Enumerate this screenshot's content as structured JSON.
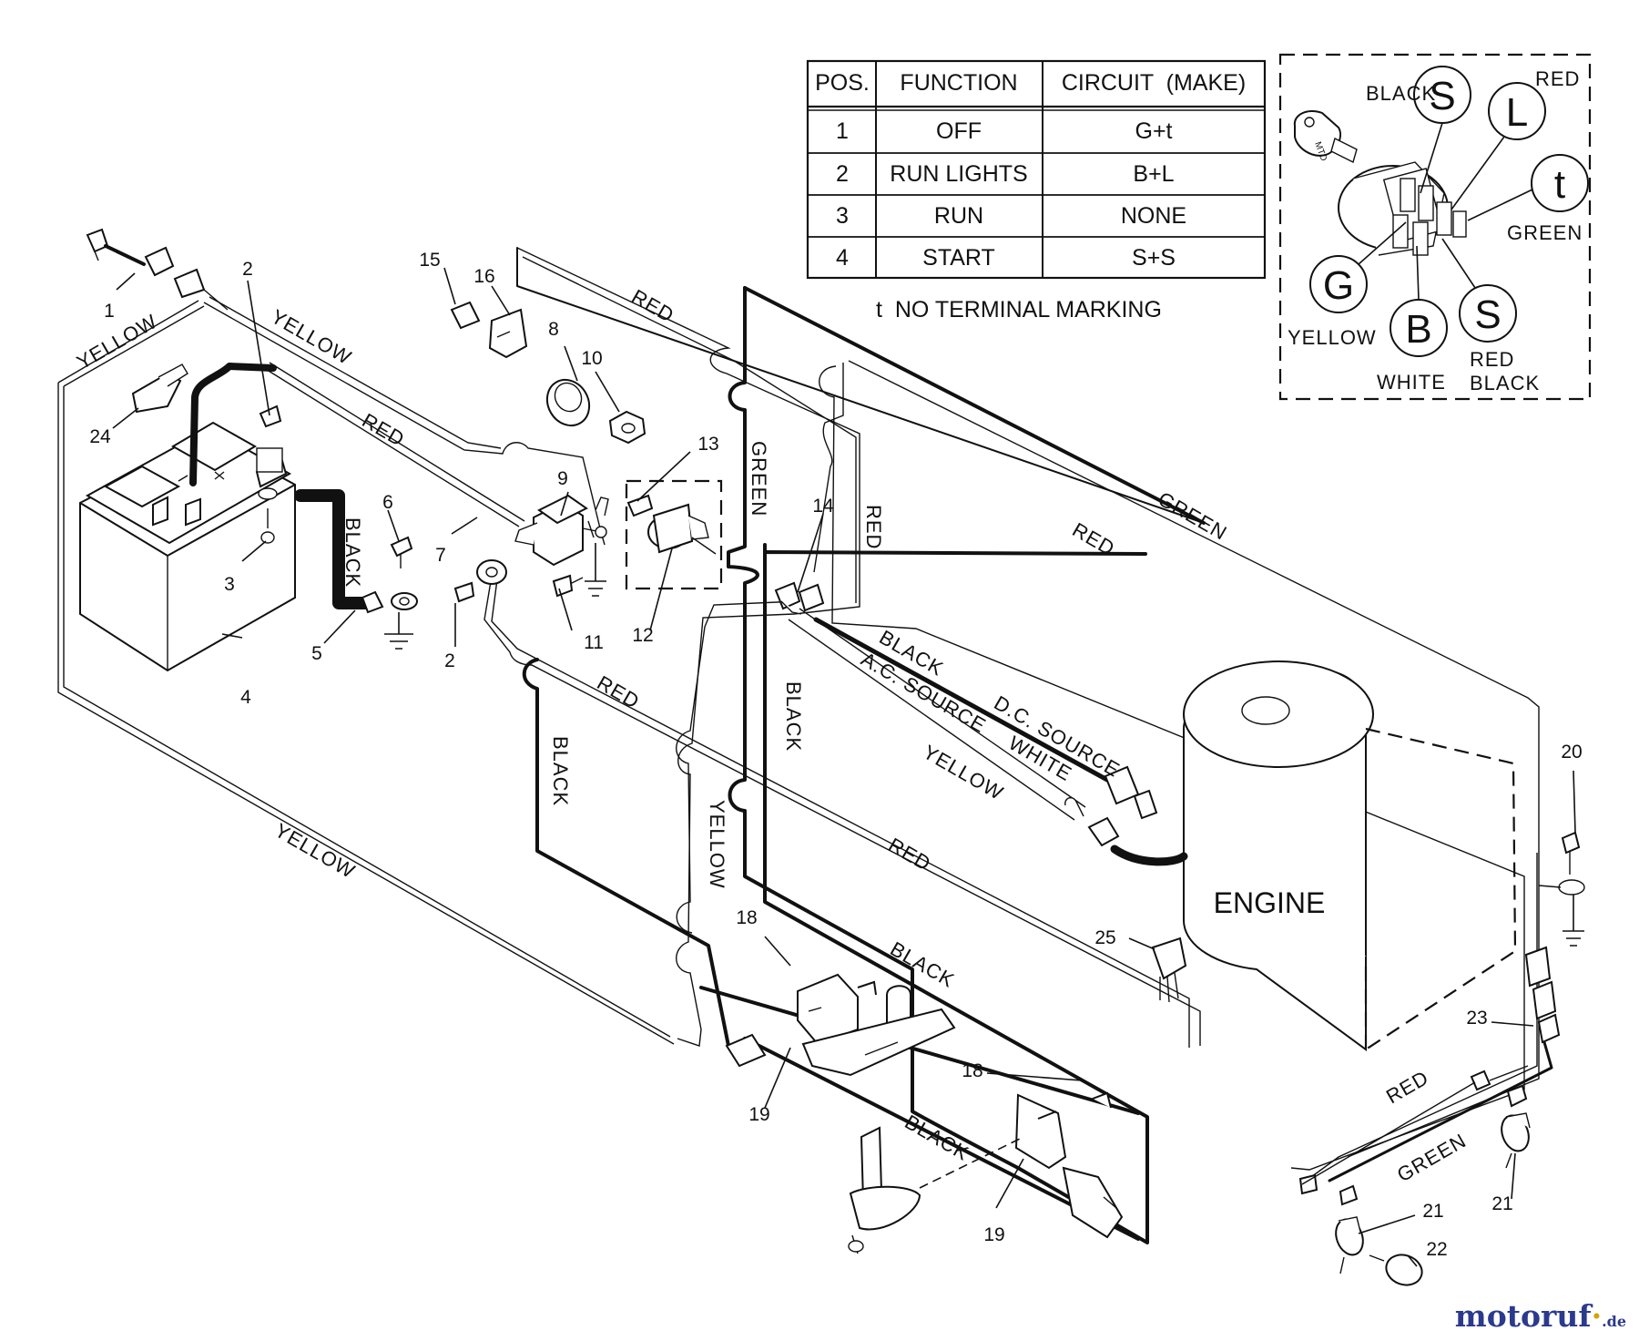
{
  "table": {
    "headers": [
      "POS.",
      "FUNCTION",
      "CIRCUIT  (MAKE)"
    ],
    "rows": [
      [
        "1",
        "OFF",
        "G+t"
      ],
      [
        "2",
        "RUN LIGHTS",
        "B+L"
      ],
      [
        "3",
        "RUN",
        "NONE"
      ],
      [
        "4",
        "START",
        "S+S"
      ]
    ],
    "footnote": "t  NO TERMINAL MARKING"
  },
  "ignition_switch_detail": {
    "terminals": [
      {
        "letter": "S",
        "wire": "BLACK"
      },
      {
        "letter": "L",
        "wire": "RED"
      },
      {
        "letter": "t",
        "wire": "GREEN"
      },
      {
        "letter": "G",
        "wire": "YELLOW"
      },
      {
        "letter": "B",
        "wire": "WHITE"
      },
      {
        "letter": "S",
        "wire": "RED BLACK"
      }
    ]
  },
  "wire_labels": {
    "yellow": "YELLOW",
    "red": "RED",
    "black": "BLACK",
    "green": "GREEN",
    "white": "WHITE",
    "ac_source": "A.C. SOURCE",
    "dc_source": "D.C. SOURCE"
  },
  "engine_label": "ENGINE",
  "callouts": [
    "1",
    "2",
    "3",
    "4",
    "5",
    "6",
    "7",
    "8",
    "9",
    "10",
    "11",
    "12",
    "13",
    "14",
    "15",
    "16",
    "18",
    "19",
    "20",
    "21",
    "22",
    "23",
    "24",
    "25"
  ],
  "brand": {
    "name": "motoruf",
    "tld": ".de"
  },
  "colors": {
    "ink": "#111111",
    "brand": "#2b3a8c",
    "brand_dot": "#d4a20a",
    "background": "#ffffff"
  }
}
